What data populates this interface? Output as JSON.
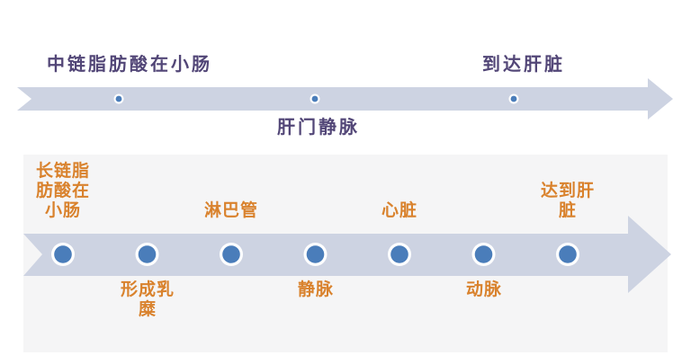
{
  "diagram": {
    "type": "process-flow",
    "colors": {
      "arrow_band": "#cdd3e2",
      "panel_background": "#f5f5f6",
      "dot_fill": "#4a7dba",
      "dot_ring": "#ffffff",
      "top_label_text": "#524677",
      "bottom_label_text": "#d9822d"
    },
    "top_flow": {
      "label_start": "中链脂肪酸在小肠",
      "label_end": "到达肝脏",
      "label_below": "肝门静脉",
      "dot_count": 3
    },
    "bottom_flow": {
      "labels_above": [
        "长链脂肪酸在小肠",
        "淋巴管",
        "心脏",
        "达到肝脏"
      ],
      "labels_below": [
        "形成乳糜",
        "静脉",
        "动脉"
      ],
      "dot_count": 7
    }
  }
}
